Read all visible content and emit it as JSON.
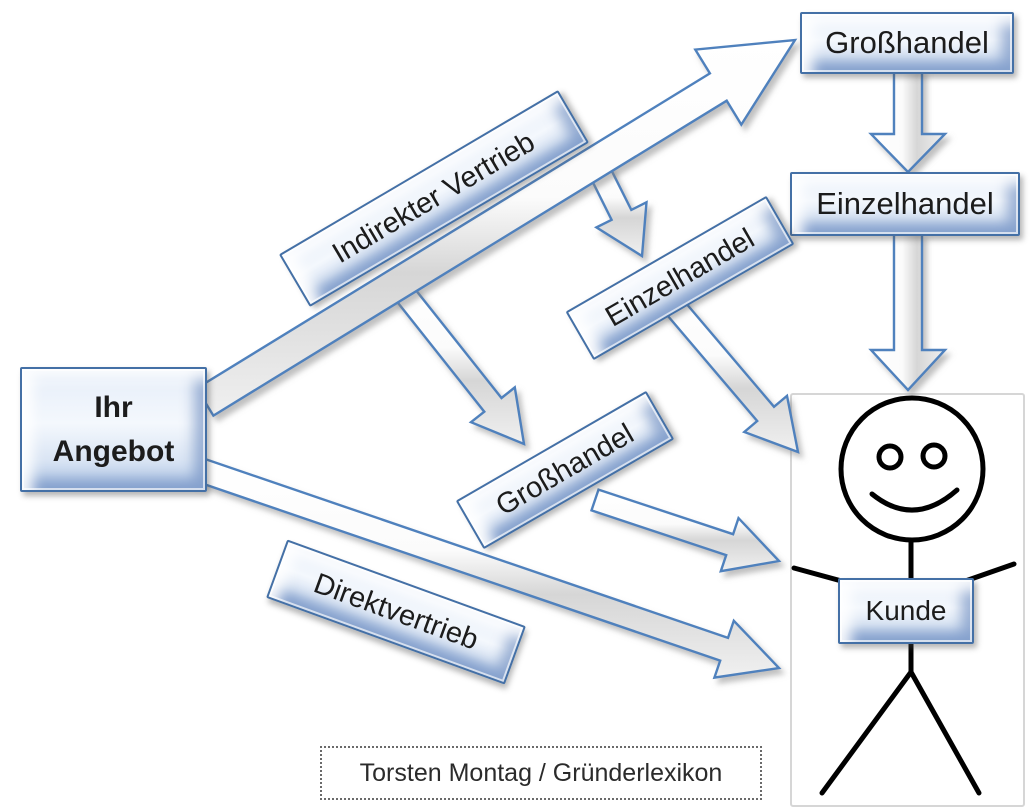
{
  "diagram": {
    "offer_label": "Ihr\nAngebot",
    "indirect_label": "Indirekter Vertrieb",
    "direct_label": "Direktvertrieb",
    "wholesale_top_label": "Großhandel",
    "retail_top_label": "Einzelhandel",
    "retail_mid_label": "Einzelhandel",
    "wholesale_mid_label": "Großhandel",
    "customer_label": "Kunde",
    "caption": "Torsten Montag / Gründerlexikon"
  },
  "colors": {
    "accent_border": "#4f81bd",
    "box_fill_light": "#f4f8fd",
    "box_fill_dark": "#b0c6e6",
    "arrow_fill": "#f2f2f2",
    "figure_stroke": "#000000",
    "frame_border": "#d6d6d6"
  },
  "edges": [
    {
      "from": "Ihr Angebot",
      "to": "Großhandel",
      "channel": "Indirekter Vertrieb"
    },
    {
      "from": "Großhandel",
      "to": "Einzelhandel",
      "channel": "Indirekter Vertrieb"
    },
    {
      "from": "Einzelhandel",
      "to": "Kunde",
      "channel": "Indirekter Vertrieb"
    },
    {
      "from": "Ihr Angebot",
      "to": "Einzelhandel (Mitte)",
      "channel": "Indirekter Vertrieb"
    },
    {
      "from": "Ihr Angebot",
      "to": "Großhandel (Mitte)",
      "channel": "Indirekter Vertrieb"
    },
    {
      "from": "Einzelhandel (Mitte)",
      "to": "Kunde",
      "channel": "Indirekter Vertrieb"
    },
    {
      "from": "Großhandel (Mitte)",
      "to": "Kunde",
      "channel": "Indirekter Vertrieb"
    },
    {
      "from": "Ihr Angebot",
      "to": "Kunde",
      "channel": "Direktvertrieb"
    }
  ]
}
